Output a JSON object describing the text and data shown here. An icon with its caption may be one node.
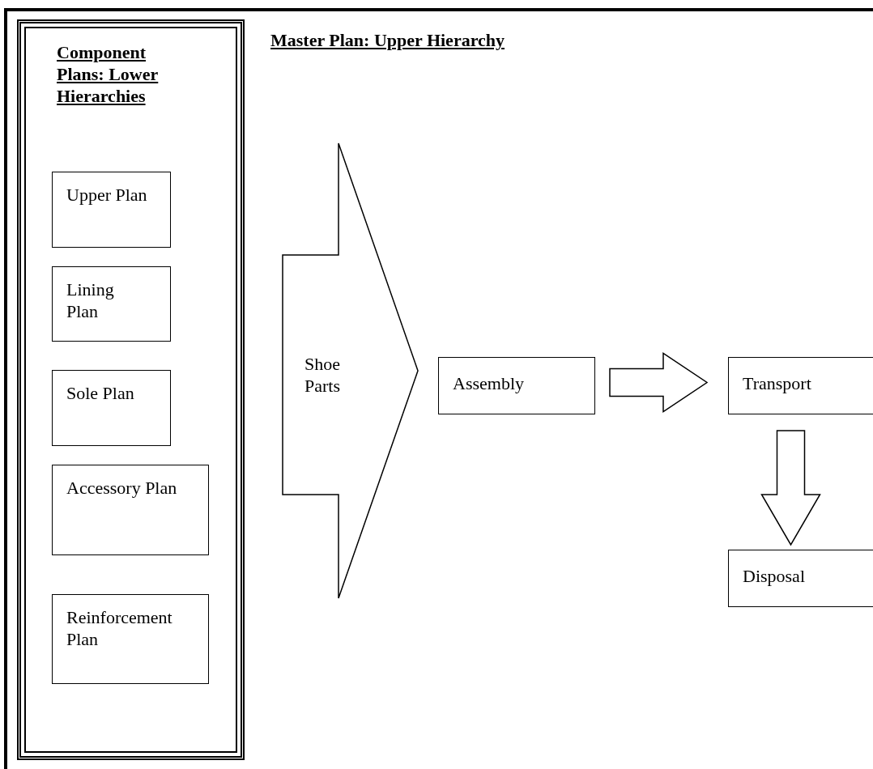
{
  "diagram": {
    "nodes": [
      {
        "text": [
          "Master Plan: Upper Hierarchy"
        ]
      },
      {
        "text": [
          "Component Plans: Lower Hierarchies"
        ],
        "in": 0
      },
      {
        "text": [
          "Upper Plan"
        ],
        "in": 1
      },
      {
        "text": [
          "Lining Plan"
        ],
        "in": 1
      },
      {
        "text": [
          "Sole Plan"
        ],
        "in": 1
      },
      {
        "text": [
          "Accessory Plan"
        ],
        "in": 1
      },
      {
        "text": [
          "Reinforcement Plan"
        ],
        "in": 1
      },
      {
        "text": [
          "Shoe Parts"
        ],
        "in": 0
      },
      {
        "text": [
          "Assembly"
        ],
        "in": 0
      },
      {
        "text": [
          "Transport"
        ],
        "in": 0
      },
      {
        "text": [
          "Disposal"
        ],
        "in": 0
      }
    ],
    "edges": [
      {
        "from": 8,
        "to": 9,
        "arrow": "to"
      },
      {
        "from": 9,
        "to": 10,
        "arrow": "to"
      }
    ]
  }
}
